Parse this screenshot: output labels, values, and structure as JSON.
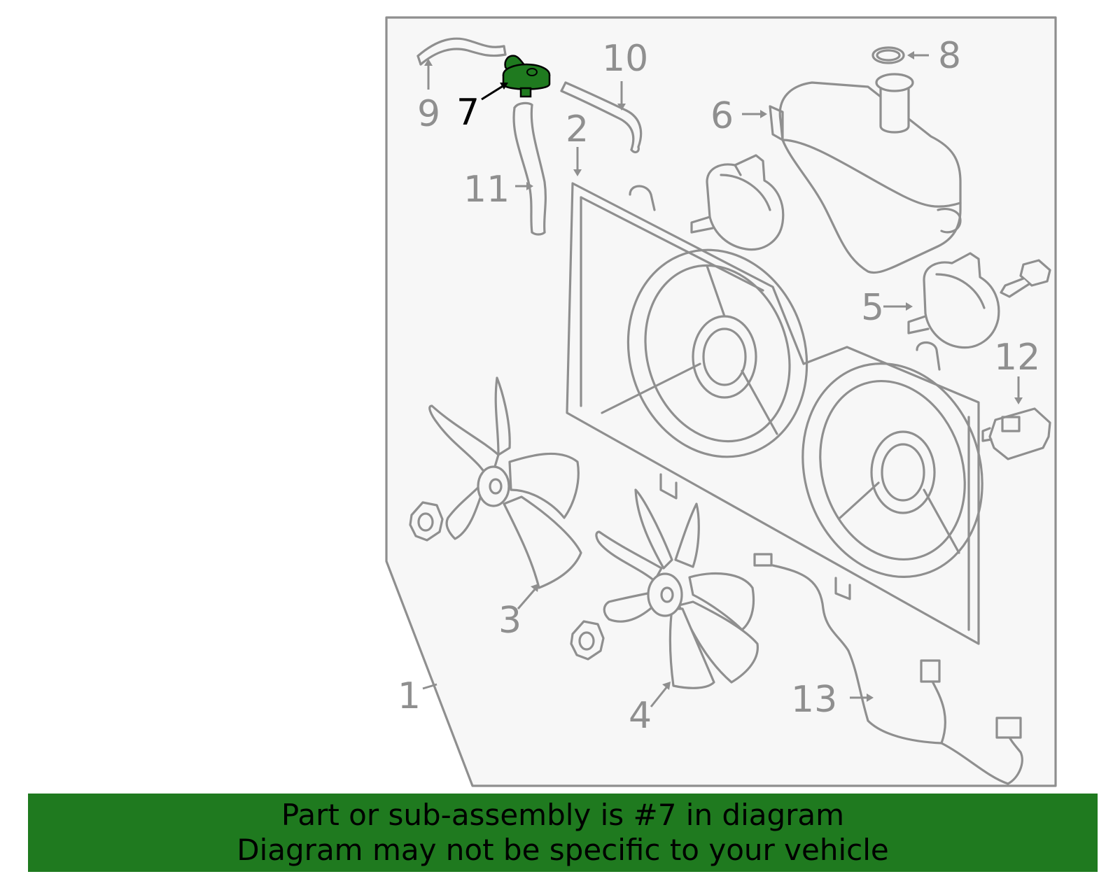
{
  "highlight_color": "#1f7a1f",
  "callouts": [
    {
      "id": "1",
      "label": "1",
      "highlighted": false
    },
    {
      "id": "2",
      "label": "2",
      "highlighted": false
    },
    {
      "id": "3",
      "label": "3",
      "highlighted": false
    },
    {
      "id": "4",
      "label": "4",
      "highlighted": false
    },
    {
      "id": "5",
      "label": "5",
      "highlighted": false
    },
    {
      "id": "6",
      "label": "6",
      "highlighted": false
    },
    {
      "id": "7",
      "label": "7",
      "highlighted": true
    },
    {
      "id": "8",
      "label": "8",
      "highlighted": false
    },
    {
      "id": "9",
      "label": "9",
      "highlighted": false
    },
    {
      "id": "10",
      "label": "10",
      "highlighted": false
    },
    {
      "id": "11",
      "label": "11",
      "highlighted": false
    },
    {
      "id": "12",
      "label": "12",
      "highlighted": false
    },
    {
      "id": "13",
      "label": "13",
      "highlighted": false
    }
  ],
  "banner": {
    "line1": "Part or sub-assembly is #7 in diagram",
    "line2": "Diagram may not be specific to your vehicle"
  }
}
